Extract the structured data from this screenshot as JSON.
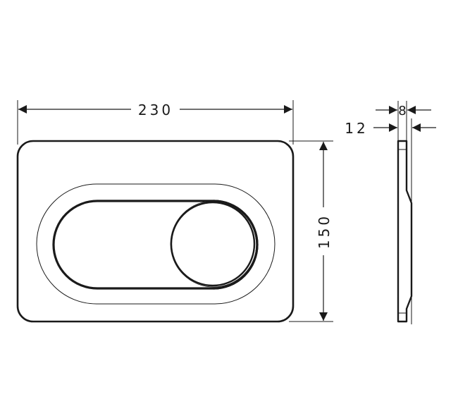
{
  "drawing": {
    "type": "technical-dimension-drawing",
    "subject": "flush plate (front view and side view)",
    "line_color": "#1a1a1a",
    "background": "#ffffff"
  },
  "dimensions": {
    "width": {
      "label": "230",
      "value": 230,
      "orientation": "horizontal"
    },
    "height": {
      "label": "150",
      "value": 150,
      "orientation": "vertical"
    },
    "thickness_front": {
      "label": "8",
      "value": 8,
      "orientation": "horizontal"
    },
    "thickness_total": {
      "label": "12",
      "value": 12,
      "orientation": "horizontal"
    }
  },
  "views": {
    "front": {
      "name": "front-view",
      "features": [
        "outer-plate",
        "outer-stadium-recess",
        "inner-stadium-button",
        "round-button"
      ]
    },
    "side": {
      "name": "side-view"
    }
  }
}
